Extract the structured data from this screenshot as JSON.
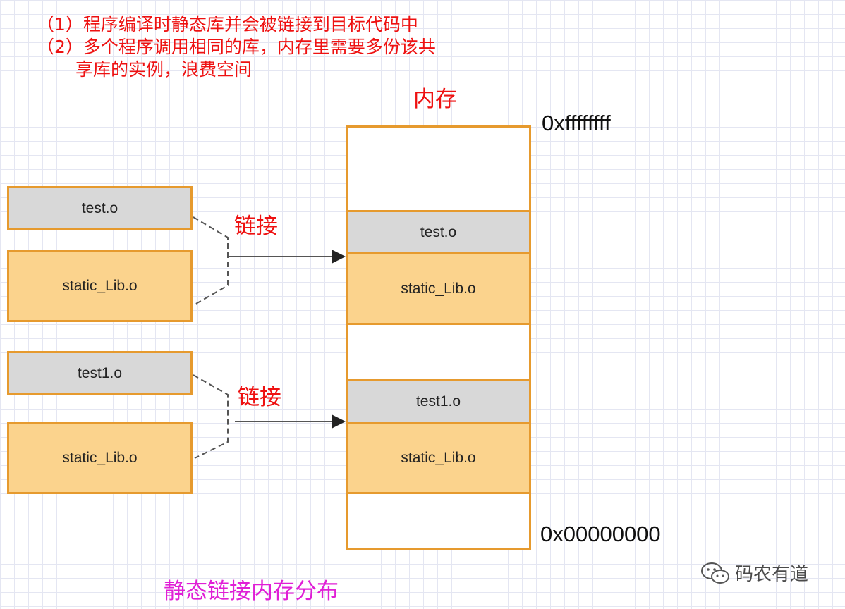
{
  "notes": [
    "（1）程序编译时静态库并会被链接到目标代码中",
    "（2）多个程序调用相同的库，内存里需要多份该共",
    "享库的实例，浪费空间"
  ],
  "memory": {
    "title": "内存",
    "addr_top": "0xffffffff",
    "addr_bottom": "0x00000000",
    "blocks": [
      "",
      "test.o",
      "static_Lib.o",
      "",
      "test1.o",
      "static_Lib.o",
      ""
    ]
  },
  "group1": {
    "obj": "test.o",
    "lib": "static_Lib.o",
    "link_label": "链接"
  },
  "group2": {
    "obj": "test1.o",
    "lib": "static_Lib.o",
    "link_label": "链接"
  },
  "caption": "静态链接内存分布",
  "watermark": "码农有道",
  "colors": {
    "note_red": "#ee1111",
    "box_border": "#e69a2e",
    "box_orange": "#fbd38d",
    "box_gray": "#d8d8d8",
    "caption_magenta": "#e01fd6"
  }
}
